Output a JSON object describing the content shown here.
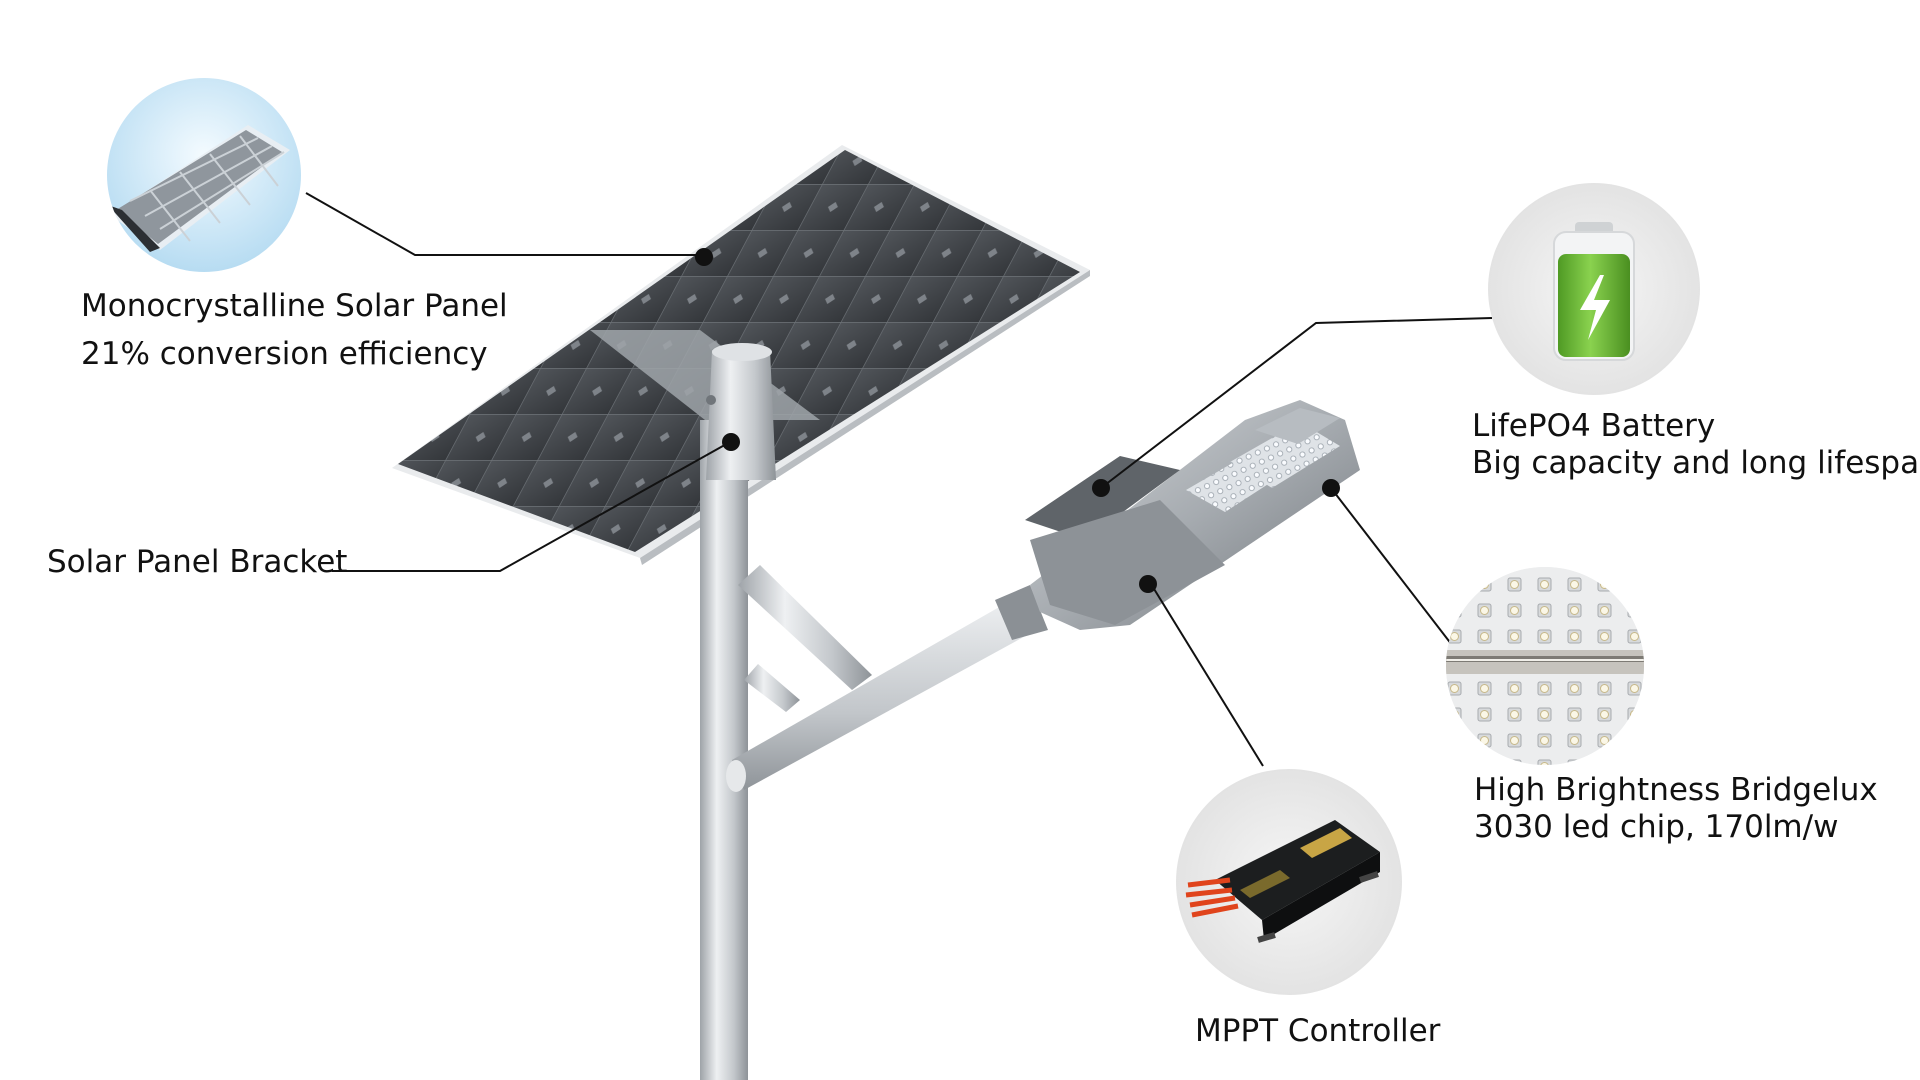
{
  "callouts": {
    "solar_panel": {
      "title": "Monocrystalline Solar Panel",
      "detail": "21% conversion efficiency",
      "icon": "solar-panel-photo"
    },
    "bracket": {
      "title": "Solar Panel Bracket"
    },
    "battery": {
      "title": "LifePO4 Battery",
      "detail": "Big capacity and long lifespan",
      "icon": "battery-charging-icon"
    },
    "led": {
      "title": "High Brightness Bridgelux",
      "detail": "3030 led chip, 170lm/w",
      "icon": "led-chip-photo"
    },
    "mppt": {
      "title": "MPPT Controller",
      "icon": "mppt-controller-photo"
    }
  },
  "colors": {
    "battery_green": "#6dbf3a",
    "panel_dark": "#3f4347",
    "pole_silver": "#c7cbcf",
    "leader_line": "#111111"
  }
}
